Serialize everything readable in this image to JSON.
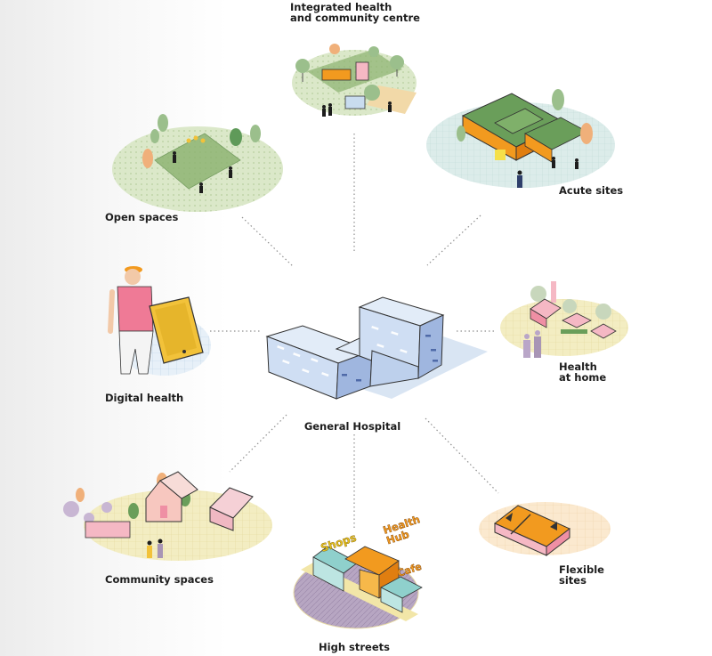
{
  "diagram": {
    "center": {
      "label": "General Hospital"
    },
    "nodes": [
      {
        "id": "integrated",
        "label": "Integrated health\nand community centre"
      },
      {
        "id": "acute",
        "label": "Acute sites"
      },
      {
        "id": "open",
        "label": "Open spaces"
      },
      {
        "id": "digital",
        "label": "Digital health"
      },
      {
        "id": "home",
        "label": "Health\nat home"
      },
      {
        "id": "community",
        "label": "Community spaces"
      },
      {
        "id": "flexible",
        "label": "Flexible\nsites"
      },
      {
        "id": "highstreets",
        "label": "High streets"
      }
    ],
    "signs": {
      "shops": "Shops",
      "health_hub": "Health\nHub",
      "cafe": "Cafe"
    }
  },
  "colors": {
    "green": "#6a9e5a",
    "green_light": "#cfe0bd",
    "teal_light": "#d9ebe8",
    "yellow_light": "#f0e9b8",
    "orange": "#f29a1f",
    "blue_building": "#cfdef3",
    "blue_dark": "#6d87c4",
    "pink": "#f5b8c4",
    "purple": "#a895b5",
    "dot_line": "#8a8a8a"
  }
}
